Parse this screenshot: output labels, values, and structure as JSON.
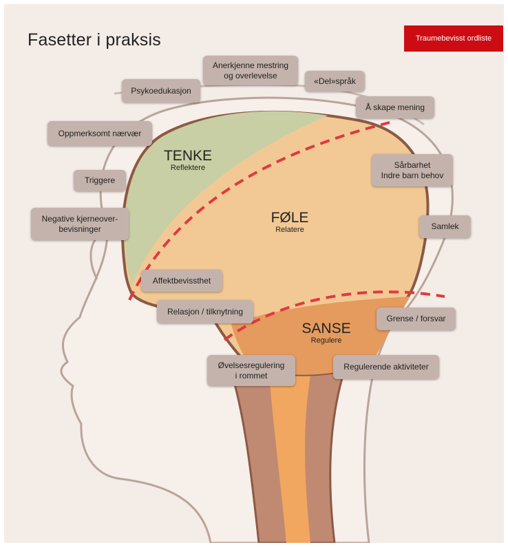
{
  "page": {
    "title": "Fasetter i praksis"
  },
  "header": {
    "glossary_button": "Traumebevisst ordliste"
  },
  "zones": {
    "tenke": {
      "title": "TENKE",
      "subtitle": "Reflektere"
    },
    "fole": {
      "title": "FØLE",
      "subtitle": "Relatere"
    },
    "sanse": {
      "title": "SANSE",
      "subtitle": "Regulere"
    }
  },
  "facets": {
    "anerkjenne": "Anerkjenne mestring\nog overlevelse",
    "psykoedukasjon": "Psykoedukasjon",
    "del_sprak": "«Del»språk",
    "skape_mening": "Å skape mening",
    "oppmerksomt": "Oppmerksomt nærvær",
    "triggere": "Triggere",
    "negative": "Negative kjerneover-\nbevisninger",
    "sarbarhet": "Sårbarhet\nIndre barn behov",
    "samlek": "Samlek",
    "affekt": "Affektbevissthet",
    "relasjon": "Relasjon / tilknytning",
    "grense": "Grense / forsvar",
    "ovelses": "Øvelsesregulering\ni rommet",
    "regulerende": "Regulerende aktiviteter"
  },
  "colors": {
    "brand_red": "#cc0c12",
    "think_green": "#c8cfa4",
    "feel_peach": "#f2c994",
    "sense_orange": "#e59a5e",
    "chip_gray": "#c4b3ac",
    "divider_red": "#e0393e"
  }
}
